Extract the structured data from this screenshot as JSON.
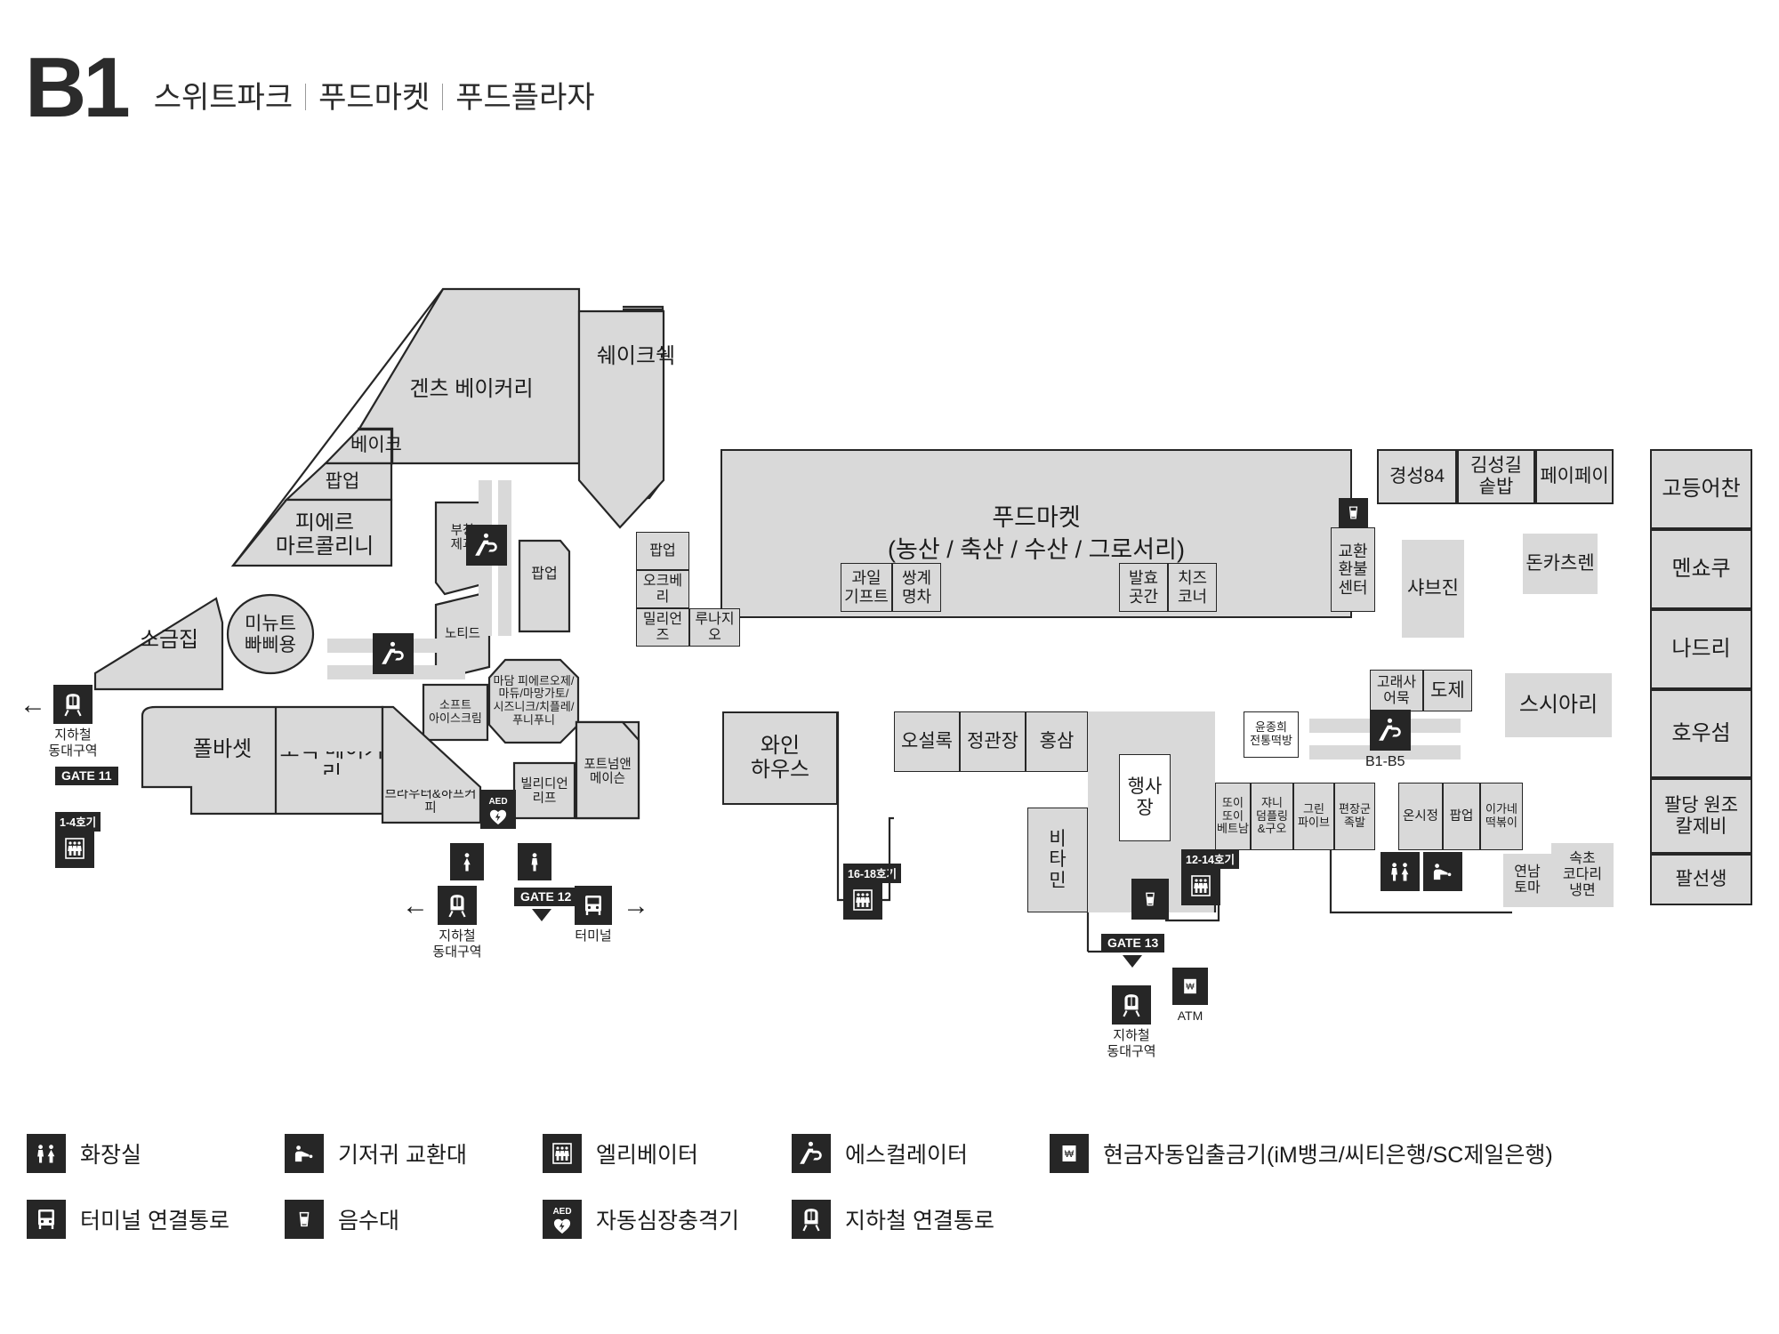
{
  "header": {
    "floor": "B1",
    "zones": [
      "스위트파크",
      "푸드마켓",
      "푸드플라자"
    ]
  },
  "map": {
    "sweet_park": {
      "gents_bakery": "겐츠 베이커리",
      "bake": "베이크",
      "popup_1": "팝업",
      "pierre_marcolini": "피에르\n마르콜리니",
      "shake_shack": "쉐이크쉑",
      "salt_shop": "소금집",
      "minute_papillon": "미뉴트\n빠삐용",
      "buchang": "부창\n제과",
      "knotted": "노티드",
      "popup_2": "팝업",
      "soft_icecream": "소프트\n아이스크림",
      "madam_pierre": "마담 피에르오제/\n마듀/마망가토/\n시즈니크/치플레/\n푸니푸니",
      "paul_basset": "폴바셋",
      "somaek_bakery": "소맥 베이커리",
      "brauter": "브라우터&하프커피",
      "billidian_leaf": "빌리디언\n리프",
      "fortnum_mason": "포트넘앤\n메이슨"
    },
    "food_market": {
      "title": "푸드마켓",
      "subtitle": "(농산 / 축산 / 수산 / 그로서리)",
      "popup_3": "팝업",
      "oakberry": "오크베리",
      "millions": "밀리언즈",
      "lunazio": "루나지오",
      "fruit_gift": "과일\n기프트",
      "ssanggye": "쌍계\n명차",
      "balhyo": "발효\n곳간",
      "cheese_corner": "치즈\n코너",
      "exchange_center": "교환\n환불\n센터"
    },
    "food_plaza": {
      "gyeongseong84": "경성84",
      "kimseonggil": "김성길\n솥밥",
      "payepaye": "페이페이",
      "godeungeochan": "고등어찬",
      "donkatsren": "돈카츠렌",
      "menshoku": "멘쇼쿠",
      "shabujin": "샤브진",
      "naderi": "나드리",
      "goraesa": "고래사\n어묵",
      "doje": "도제",
      "sushiari": "스시아리",
      "hou_seom": "호우섬",
      "yunjonghui": "윤종희\n전통떡방",
      "onsijeong": "온시정",
      "popup_4": "팝업",
      "igane": "이가네\n떡볶이",
      "paldang": "팔당 원조\n칼제비",
      "palseonsaeng": "팔선생",
      "yeonnam_toma": "연남\n토마",
      "sokcho": "속초\n코다리\n냉면",
      "ttoi_vietnam": "또이\n또이\n베트남",
      "jani_dumpling": "쟈니\n덤플링\n&구오",
      "green_five": "그린\n파이브",
      "pyeonjanggun": "편장군\n족발"
    },
    "center": {
      "wine_house": "와인\n하우스",
      "osulloc": "오설록",
      "junggwanjang": "정관장",
      "hongsam": "홍삼",
      "vitamin": "비\n타\n민",
      "event_hall": "행사장"
    },
    "markers": {
      "subway_west_label": "지하철\n동대구역",
      "gate11": "GATE 11",
      "elev_1_4": "1-4호기",
      "subway_south_label": "지하철\n동대구역",
      "gate12": "GATE 12",
      "terminal_label": "터미널",
      "gate13": "GATE 13",
      "subway_center_label": "지하철\n동대구역",
      "atm_label": "ATM",
      "elev_16_18": "16-18호기",
      "elev_12_14": "12-14호기",
      "escalator_b1b5": "B1-B5",
      "aed_label": "AED"
    }
  },
  "legend": {
    "row1": [
      {
        "icon": "restroom-icon",
        "label": "화장실"
      },
      {
        "icon": "diaper-change-icon",
        "label": "기저귀 교환대"
      },
      {
        "icon": "elevator-icon",
        "label": "엘리베이터"
      },
      {
        "icon": "escalator-icon",
        "label": "에스컬레이터"
      },
      {
        "icon": "atm-icon",
        "label": "현금자동입출금기(iM뱅크/씨티은행/SC제일은행)"
      }
    ],
    "row2": [
      {
        "icon": "bus-terminal-icon",
        "label": "터미널 연결통로"
      },
      {
        "icon": "water-fountain-icon",
        "label": "음수대"
      },
      {
        "icon": "aed-icon",
        "label": "자동심장충격기"
      },
      {
        "icon": "subway-icon",
        "label": "지하철 연결통로"
      }
    ]
  },
  "colors": {
    "unit_fill": "#d9d9d9",
    "stroke": "#262626",
    "icon_bg": "#262626",
    "text": "#1c1c1c"
  }
}
